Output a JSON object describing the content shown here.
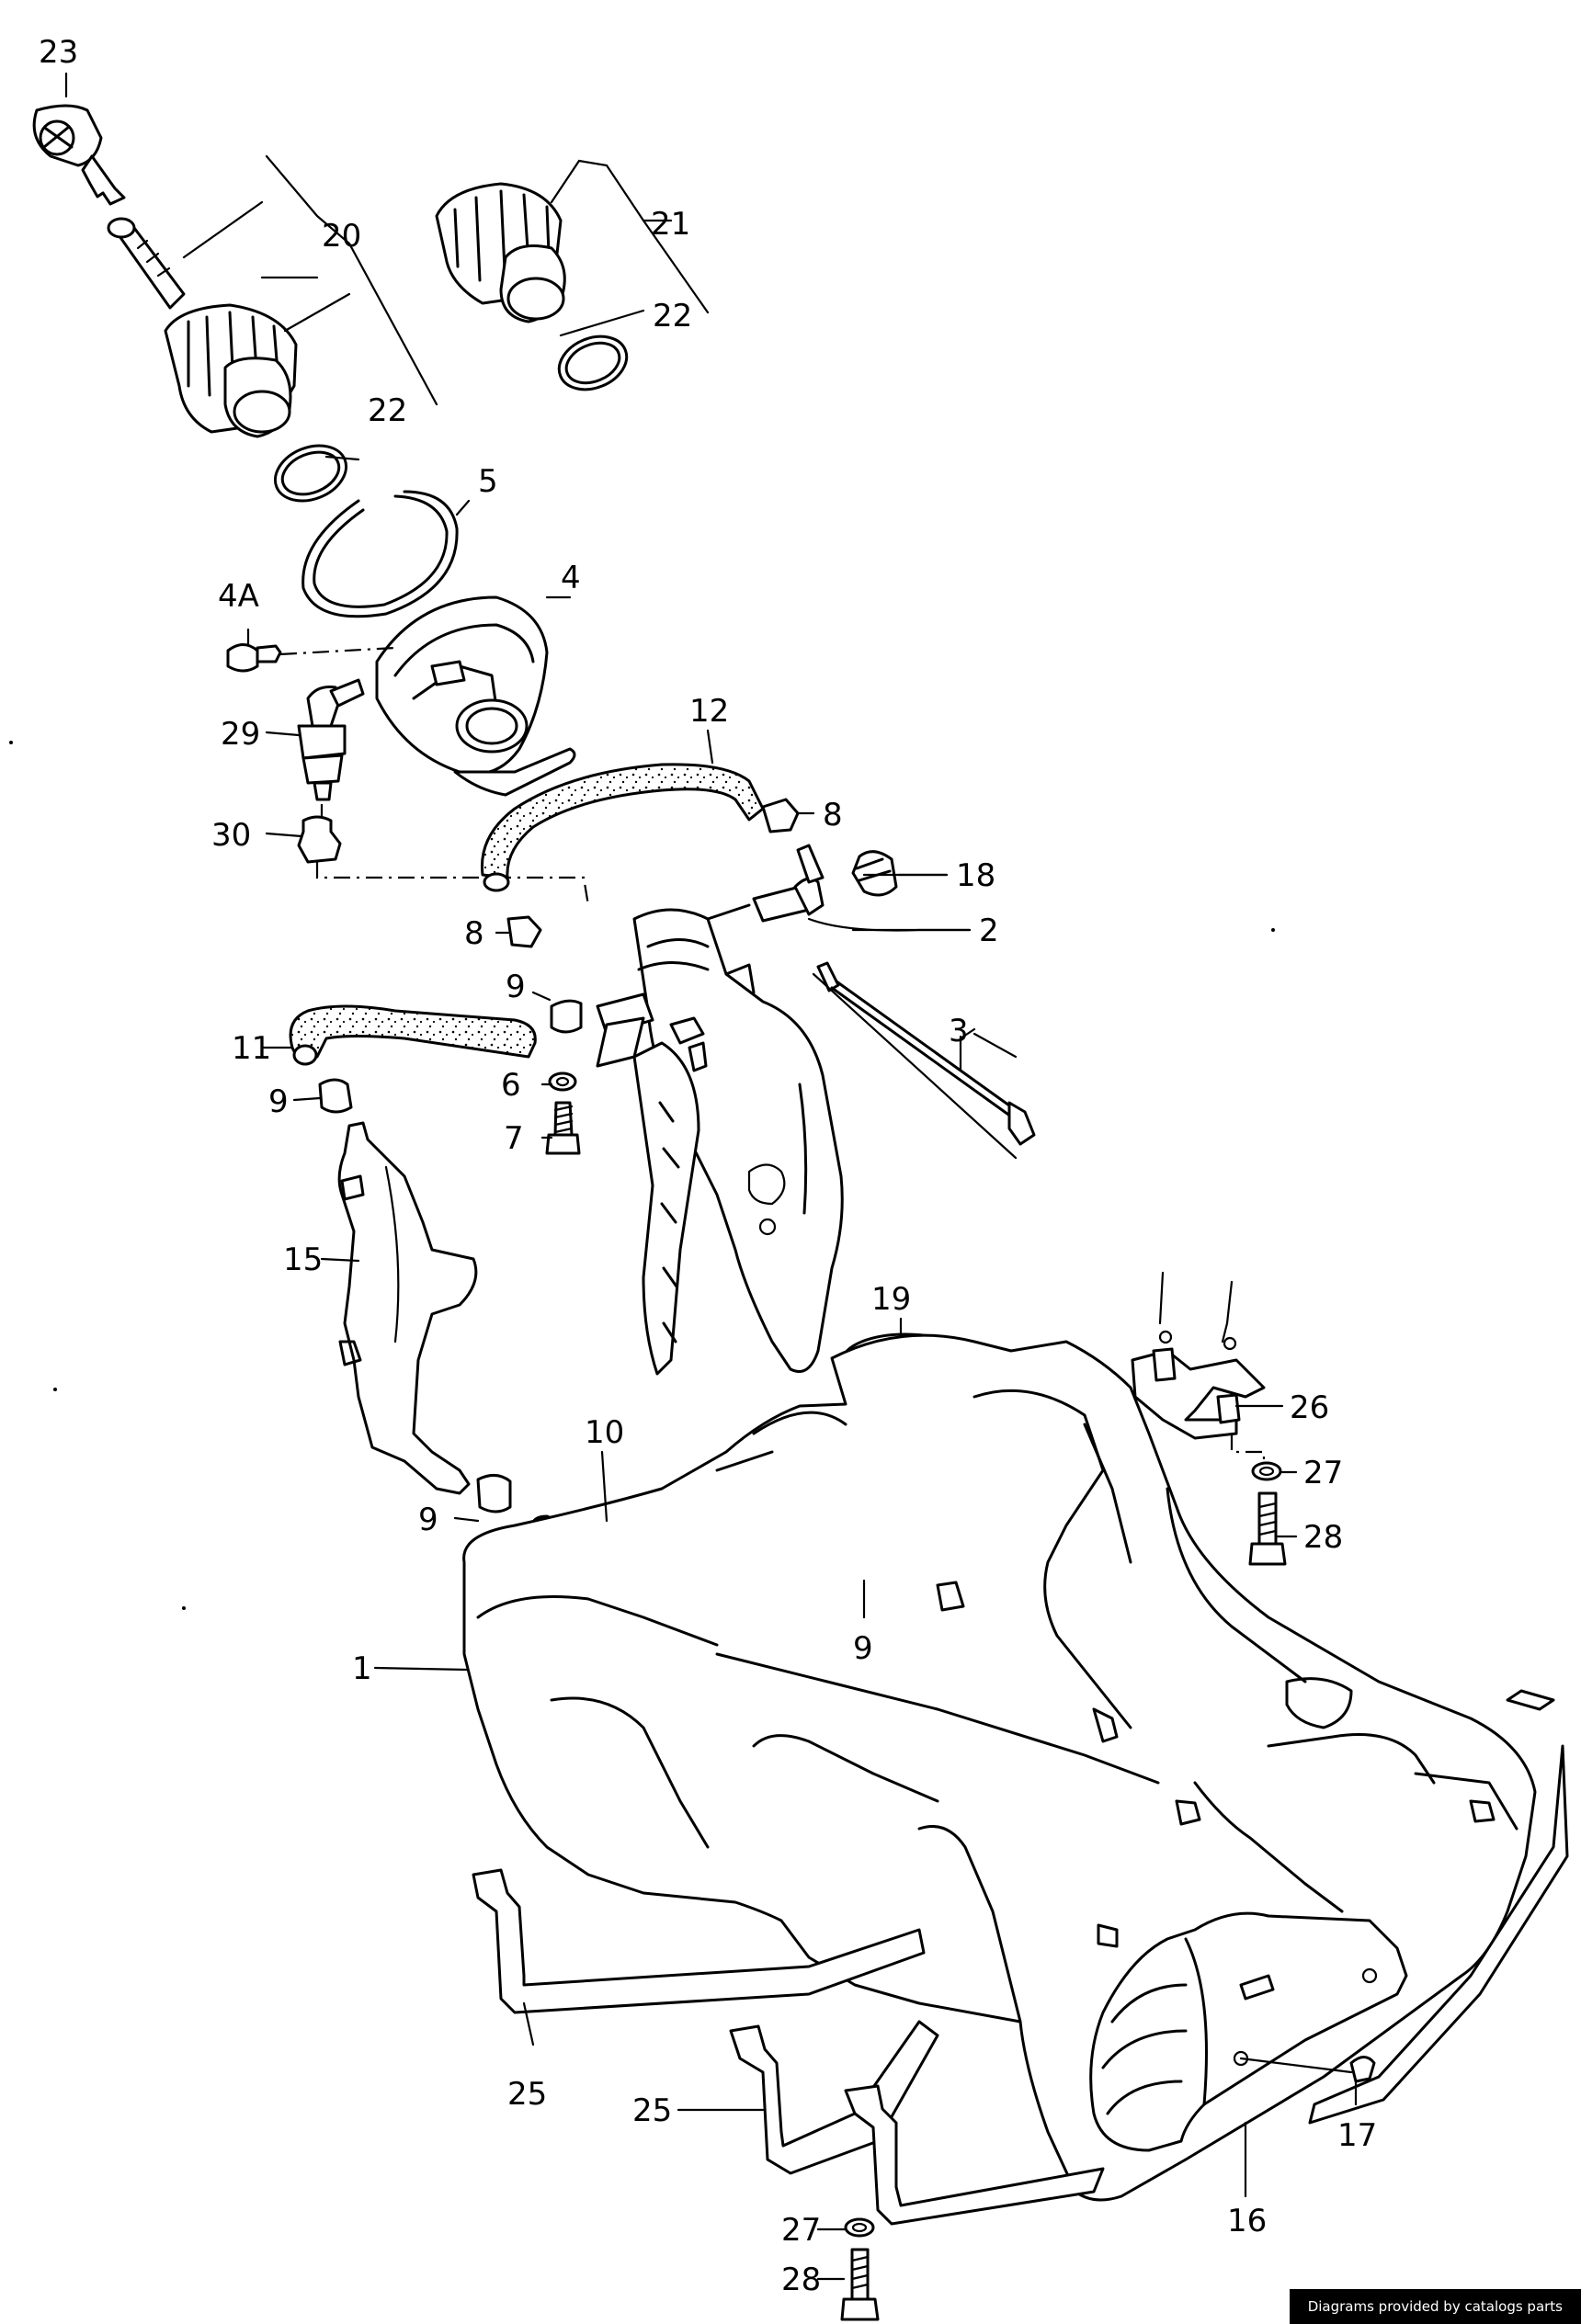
{
  "callouts": [
    {
      "id": "c1",
      "label": "1"
    },
    {
      "id": "c2",
      "label": "2"
    },
    {
      "id": "c3",
      "label": "3"
    },
    {
      "id": "c4",
      "label": "4"
    },
    {
      "id": "c4a",
      "label": "4A"
    },
    {
      "id": "c5",
      "label": "5"
    },
    {
      "id": "c6",
      "label": "6"
    },
    {
      "id": "c7",
      "label": "7"
    },
    {
      "id": "c8a",
      "label": "8"
    },
    {
      "id": "c8b",
      "label": "8"
    },
    {
      "id": "c9a",
      "label": "9"
    },
    {
      "id": "c9b",
      "label": "9"
    },
    {
      "id": "c9c",
      "label": "9"
    },
    {
      "id": "c9d",
      "label": "9"
    },
    {
      "id": "c10",
      "label": "10"
    },
    {
      "id": "c11",
      "label": "11"
    },
    {
      "id": "c12",
      "label": "12"
    },
    {
      "id": "c15",
      "label": "15"
    },
    {
      "id": "c16",
      "label": "16"
    },
    {
      "id": "c17",
      "label": "17"
    },
    {
      "id": "c18",
      "label": "18"
    },
    {
      "id": "c19",
      "label": "19"
    },
    {
      "id": "c20",
      "label": "20"
    },
    {
      "id": "c21",
      "label": "21"
    },
    {
      "id": "c22a",
      "label": "22"
    },
    {
      "id": "c22b",
      "label": "22"
    },
    {
      "id": "c23",
      "label": "23"
    },
    {
      "id": "c25a",
      "label": "25"
    },
    {
      "id": "c25b",
      "label": "25"
    },
    {
      "id": "c26",
      "label": "26"
    },
    {
      "id": "c27a",
      "label": "27"
    },
    {
      "id": "c27b",
      "label": "27"
    },
    {
      "id": "c28a",
      "label": "28"
    },
    {
      "id": "c28b",
      "label": "28"
    },
    {
      "id": "c29",
      "label": "29"
    },
    {
      "id": "c30",
      "label": "30"
    }
  ],
  "footer": {
    "credit": "Diagrams provided by catalogs parts"
  }
}
